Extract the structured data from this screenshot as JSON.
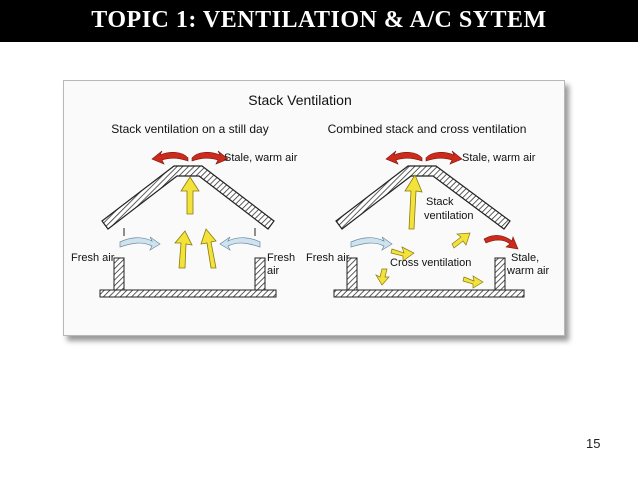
{
  "slide": {
    "title": "TOPIC 1: VENTILATION & A/C SYTEM",
    "page_number": "15"
  },
  "figure": {
    "title": "Stack Ventilation",
    "left_panel": {
      "caption": "Stack ventilation on a still day",
      "labels": {
        "stale": "Stale, warm air",
        "fresh_left": "Fresh air",
        "fresh_right_1": "Fresh",
        "fresh_right_2": "air"
      }
    },
    "right_panel": {
      "caption": "Combined stack and cross ventilation",
      "labels": {
        "stale_top": "Stale, warm air",
        "stack_1": "Stack",
        "stack_2": "ventilation",
        "fresh": "Fresh air",
        "cross": "Cross ventilation",
        "stale_side_1": "Stale,",
        "stale_side_2": "warm air"
      }
    }
  },
  "colors": {
    "title_bg": "#000000",
    "title_text": "#ffffff",
    "warm_arrow": "#cc2a1c",
    "fresh_arrow": "#cfe3ef",
    "stack_arrow": "#f2e23a",
    "wall_hatch": "#333333"
  }
}
